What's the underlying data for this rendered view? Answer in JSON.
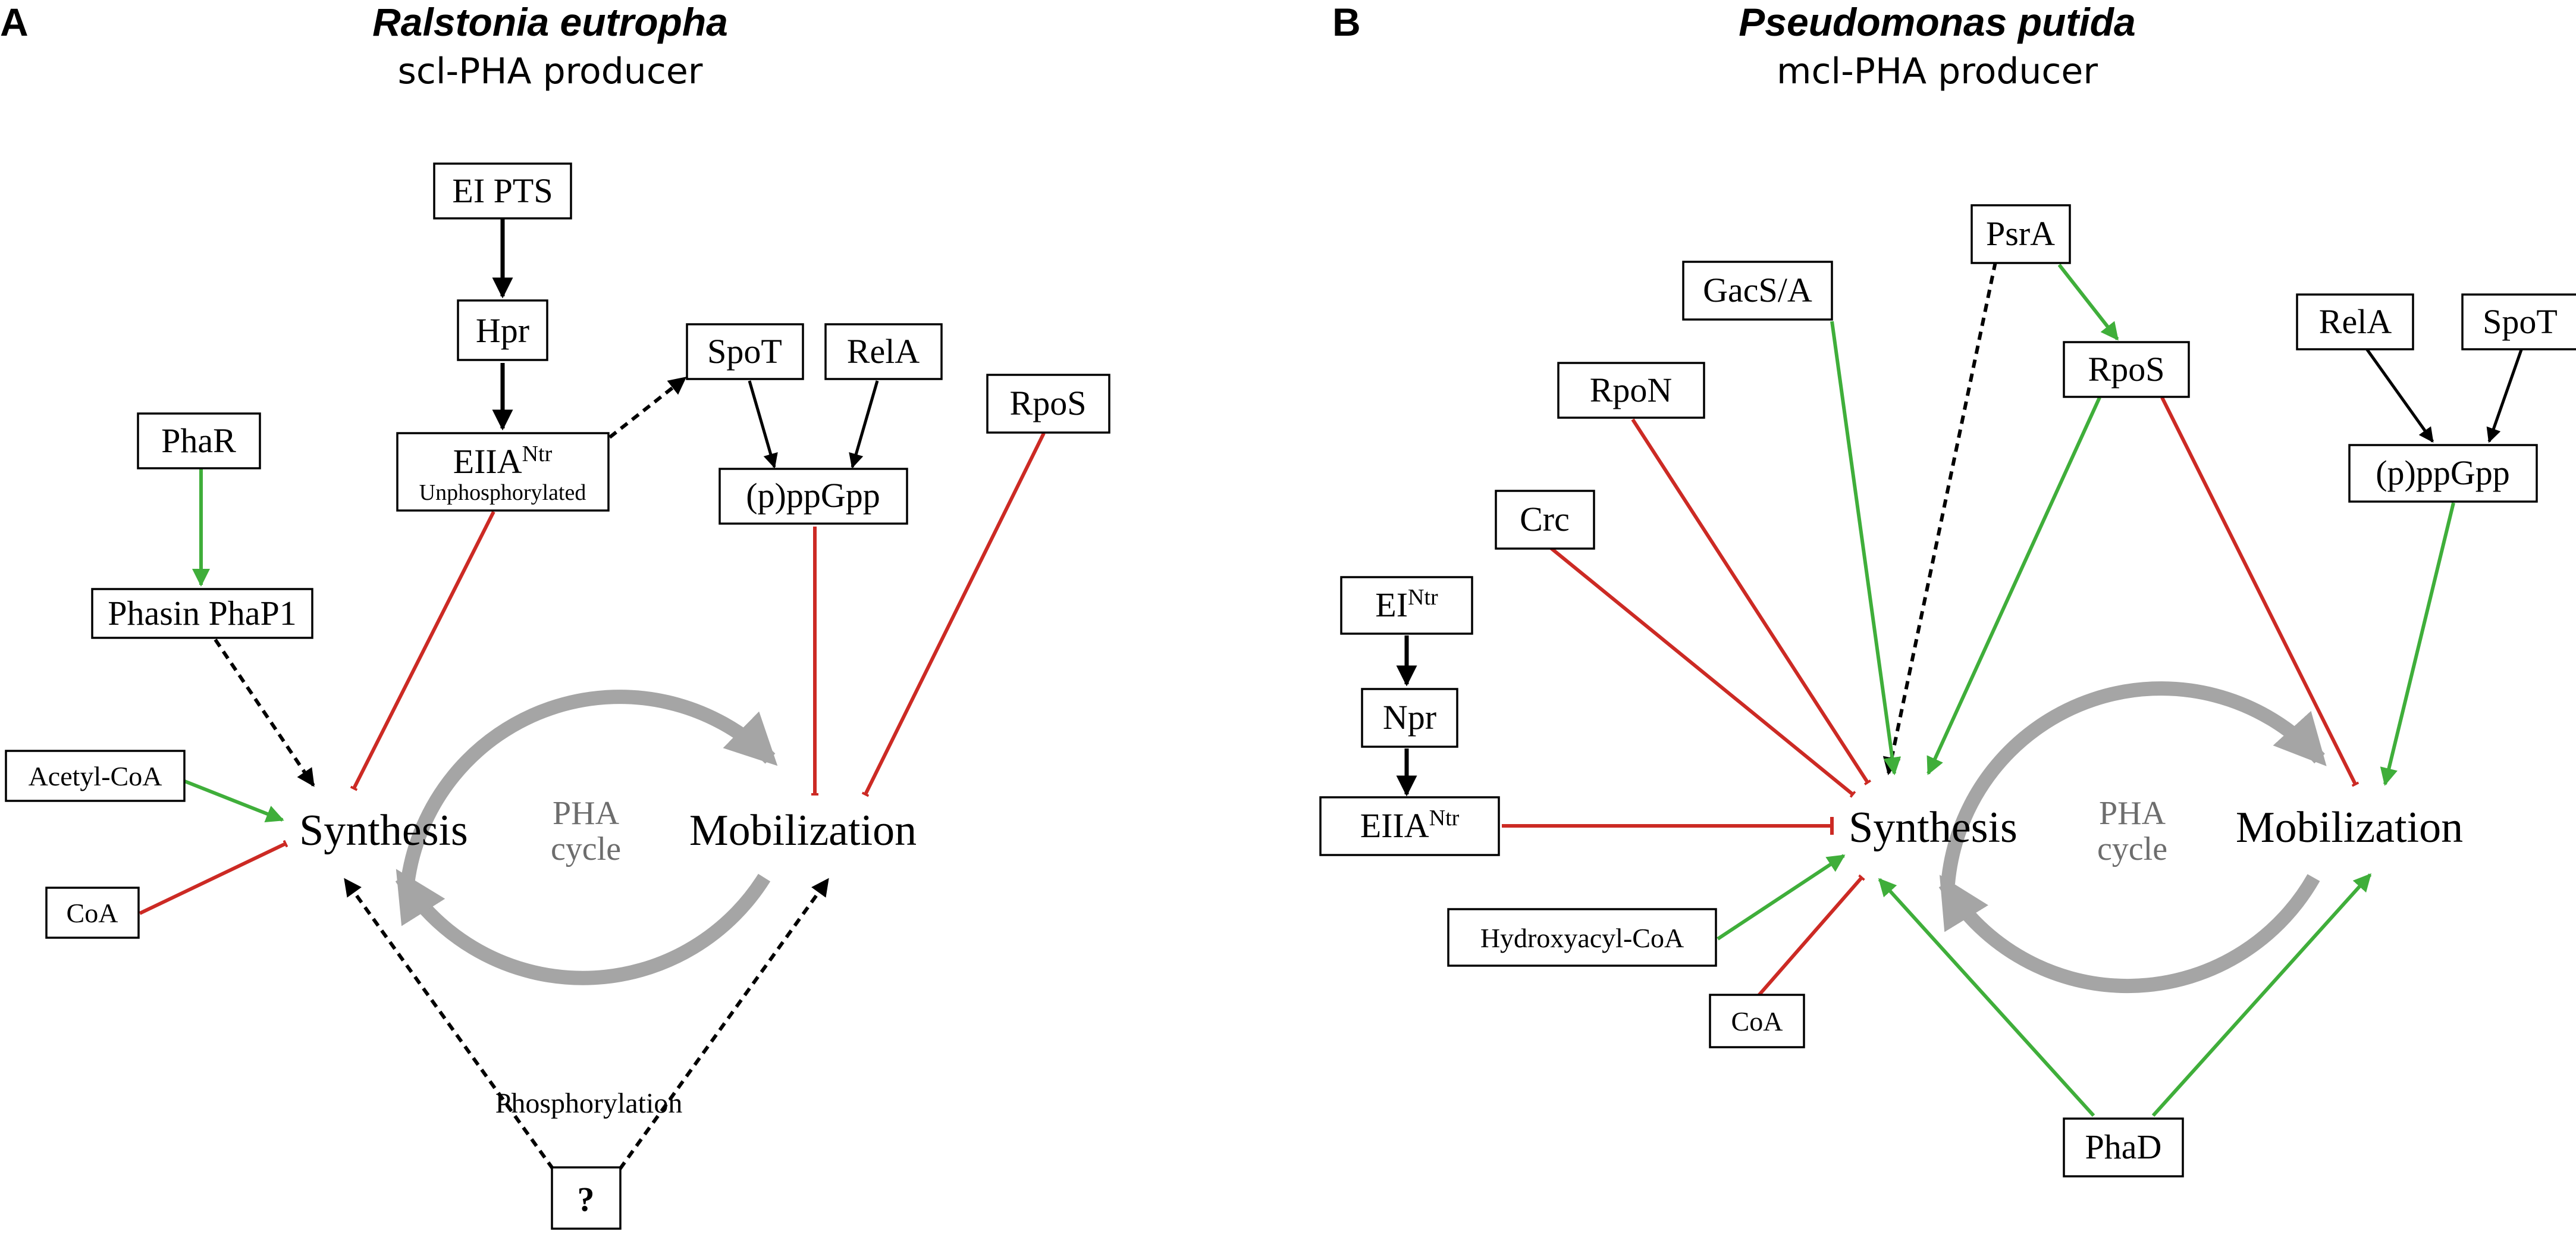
{
  "panel_a": {
    "letter": "A",
    "title": "Ralstonia eutropha",
    "subtitle": "scl-PHA producer",
    "nodes": {
      "ei_pts": "EI  PTS",
      "hpr": "Hpr",
      "eiia_base": "EIIA",
      "eiia_sup": "Ntr",
      "eiia_sub": "Unphosphorylated",
      "spot": "SpoT",
      "rela": "RelA",
      "ppgpp": "(p)ppGpp",
      "rpos": "RpoS",
      "phar": "PhaR",
      "phasin": "Phasin PhaP1",
      "acetyl_coa": "Acetyl-CoA",
      "coa": "CoA",
      "question": "?"
    },
    "synthesis": "Synthesis",
    "mobilization": "Mobilization",
    "cycle_line1": "PHA",
    "cycle_line2": "cycle",
    "phosphorylation": "Phosphorylation"
  },
  "panel_b": {
    "letter": "B",
    "title": "Pseudomonas putida",
    "subtitle": "mcl-PHA producer",
    "nodes": {
      "psra": "PsrA",
      "gacsa": "GacS/A",
      "rpos": "RpoS",
      "rpon": "RpoN",
      "rela": "RelA",
      "spot": "SpoT",
      "ppgpp": "(p)ppGpp",
      "crc": "Crc",
      "ei_base": "EI",
      "ei_sup": "Ntr",
      "npr": "Npr",
      "eiia_base": "EIIA",
      "eiia_sup": "Ntr",
      "hydroxyacyl_coa": "Hydroxyacyl-CoA",
      "coa": "CoA",
      "phad": "PhaD"
    },
    "synthesis": "Synthesis",
    "mobilization": "Mobilization",
    "cycle_line1": "PHA",
    "cycle_line2": "cycle"
  },
  "colors": {
    "activation": "#3fae3a",
    "inhibition": "#cc2a24",
    "neutral": "#000000",
    "cycle": "#a5a5a5"
  }
}
